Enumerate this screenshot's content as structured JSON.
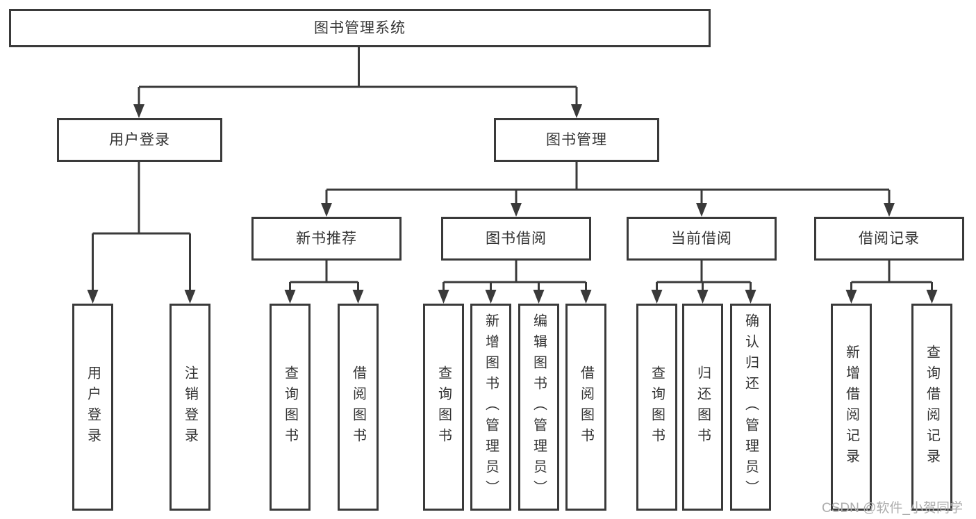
{
  "diagram_title": "图书管理系统",
  "tree": {
    "root": {
      "label": "图书管理系统"
    },
    "level1": [
      {
        "label": "用户登录",
        "children": [
          {
            "label": "用户登录"
          },
          {
            "label": "注销登录"
          }
        ]
      },
      {
        "label": "图书管理",
        "children": [
          {
            "label": "新书推荐",
            "children": [
              {
                "label": "查询图书"
              },
              {
                "label": "借阅图书"
              }
            ]
          },
          {
            "label": "图书借阅",
            "children": [
              {
                "label": "查询图书"
              },
              {
                "label": "新增图书（管理员）"
              },
              {
                "label": "编辑图书（管理员）"
              },
              {
                "label": "借阅图书"
              }
            ]
          },
          {
            "label": "当前借阅",
            "children": [
              {
                "label": "查询图书"
              },
              {
                "label": "归还图书"
              },
              {
                "label": "确认归还（管理员）"
              }
            ]
          },
          {
            "label": "借阅记录",
            "children": [
              {
                "label": "新增借阅记录"
              },
              {
                "label": "查询借阅记录"
              }
            ]
          }
        ]
      }
    ]
  },
  "watermark": "CSDN @软件_小贺同学",
  "colors": {
    "line": "#3a3a3a",
    "text": "#333333",
    "background": "#ffffff",
    "watermark": "#adadad"
  }
}
